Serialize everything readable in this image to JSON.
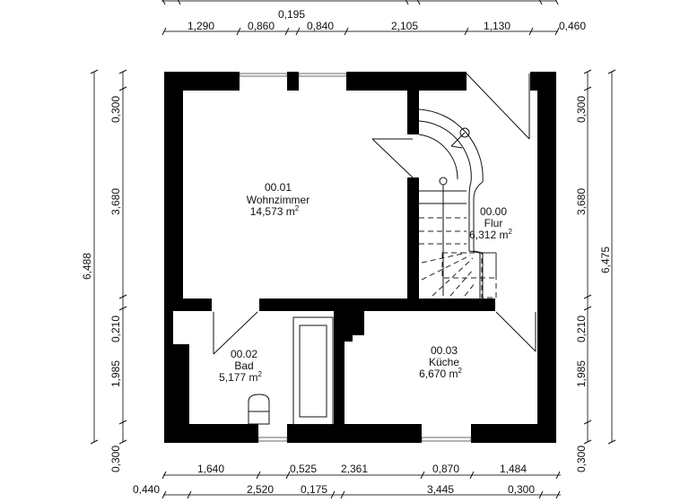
{
  "drawing": {
    "type": "floor-plan",
    "units": "m",
    "background": "#ffffff",
    "wall_color": "#000000"
  },
  "rooms": [
    {
      "id": "00.01",
      "name": "Wohnzimmer",
      "area": "14,573 m",
      "sup": "2"
    },
    {
      "id": "00.00",
      "name": "Flur",
      "area": "6,312 m",
      "sup": "2"
    },
    {
      "id": "00.02",
      "name": "Bad",
      "area": "5,177 m",
      "sup": "2"
    },
    {
      "id": "00.03",
      "name": "Küche",
      "area": "6,670 m",
      "sup": "2"
    }
  ],
  "dimensions": {
    "top_upper": [
      "0,195"
    ],
    "top": [
      "1,290",
      "0,860",
      "0,840",
      "2,105",
      "1,130",
      "0,460"
    ],
    "bottom_upper": [
      "1,640",
      "0,525",
      "2,361",
      "0,870",
      "1,484"
    ],
    "bottom_lower": [
      "0,440",
      "2,520",
      "0,175",
      "3,445",
      "0,300"
    ],
    "left_inner": [
      "0,300",
      "3,680",
      "0,210",
      "1,985",
      "0,300"
    ],
    "left_outer": "6,488",
    "right_inner": [
      "0,300",
      "3,680",
      "0,210",
      "1,985",
      "0,300"
    ],
    "right_outer": "6,475"
  }
}
